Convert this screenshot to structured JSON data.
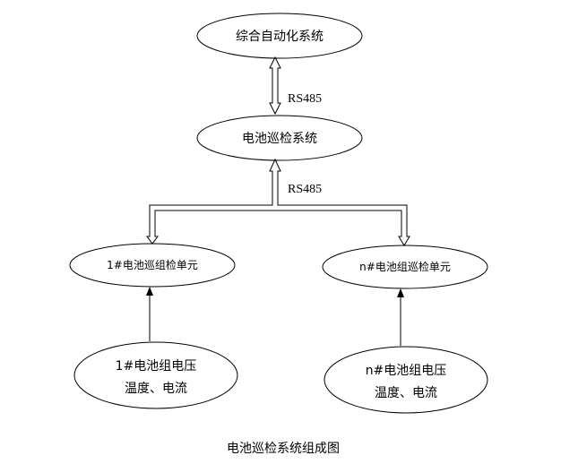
{
  "nodes": {
    "integrated_system": "综合自动化系统",
    "battery_inspection_system": "电池巡检系统",
    "unit_1": "1#电池巡组检单元",
    "unit_n": "n#电池组巡检单元",
    "sensor_1_line1": "1#电池组电压",
    "sensor_1_line2": "温度、电流",
    "sensor_n_line1": "n#电池组电压",
    "sensor_n_line2": "温度、电流"
  },
  "links": {
    "upper_protocol": "RS485",
    "lower_protocol": "RS485"
  },
  "caption": "电池巡检系统组成图"
}
